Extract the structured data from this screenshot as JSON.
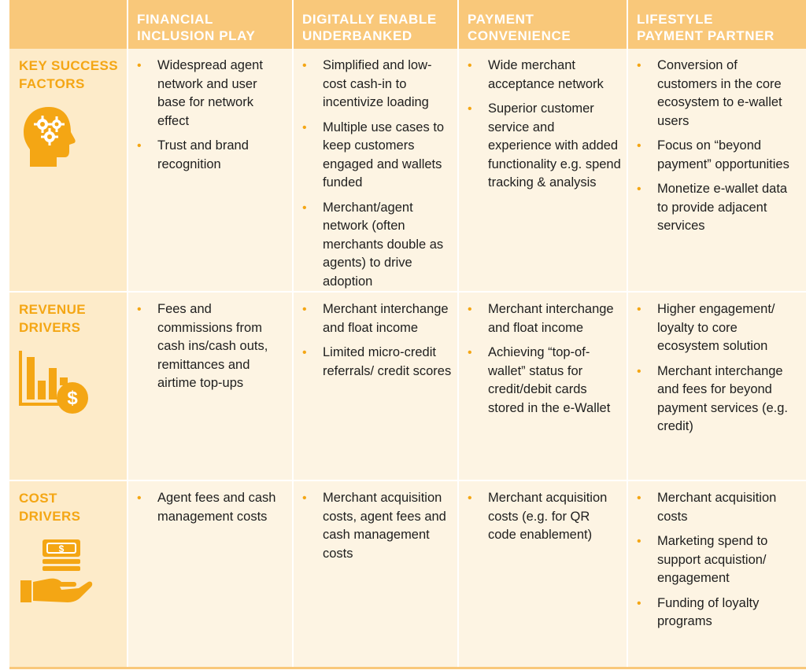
{
  "columns": [
    "FINANCIAL\nINCLUSION PLAY",
    "DIGITALLY ENABLE\nUNDERBANKED",
    "PAYMENT\nCONVENIENCE",
    "LIFESTYLE\nPAYMENT PARTNER"
  ],
  "rows": [
    {
      "label": "KEY SUCCESS\nFACTORS",
      "icon": "head-gears-icon",
      "cells": [
        [
          "Widespread agent network and user base for network effect",
          "Trust and brand recognition"
        ],
        [
          "Simplified and low-cost cash-in to incentivize loading",
          "Multiple use cases to keep customers engaged and wallets funded",
          "Merchant/agent network (often merchants double as agents) to drive adoption"
        ],
        [
          "Wide merchant acceptance network",
          "Superior customer service and experience with added functionality e.g. spend tracking & analysis"
        ],
        [
          "Conversion of customers in the core ecosystem to e-wallet users",
          "Focus on “beyond payment” opportunities",
          "Monetize e-wallet data to provide adjacent services"
        ]
      ]
    },
    {
      "label": "REVENUE\nDRIVERS",
      "icon": "bar-chart-dollar-icon",
      "cells": [
        [
          "Fees and commissions from cash ins/cash outs, remittances and airtime top-ups"
        ],
        [
          "Merchant interchange and float income",
          "Limited micro-credit referrals/ credit scores"
        ],
        [
          "Merchant interchange and float income",
          "Achieving “top-of-wallet” status for credit/debit cards stored in the e-Wallet"
        ],
        [
          "Higher engagement/ loyalty to core ecosystem solution",
          "Merchant interchange and fees for beyond payment services (e.g. credit)"
        ]
      ]
    },
    {
      "label": "COST\nDRIVERS",
      "icon": "hand-cash-icon",
      "cells": [
        [
          "Agent fees and cash management costs"
        ],
        [
          "Merchant acquisition costs, agent fees and cash management costs"
        ],
        [
          "Merchant acquisition costs (e.g. for QR code enablement)"
        ],
        [
          "Merchant acquisition costs",
          "Marketing spend to support acquistion/ engagement",
          "Funding of loyalty programs"
        ]
      ]
    }
  ],
  "colors": {
    "header": "#f9c87a",
    "accent": "#f4a614",
    "label_bg": "#fdebc9",
    "cell_bg": "#fdf4e3"
  }
}
